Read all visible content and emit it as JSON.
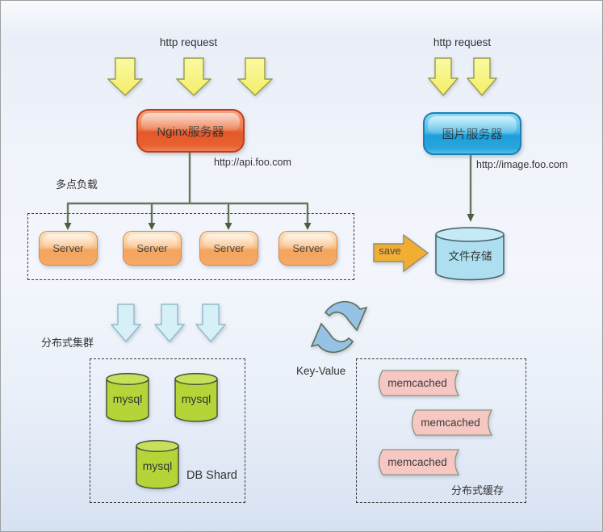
{
  "api_cluster": {
    "request_label": "http request",
    "gateway_label": "Nginx服务器",
    "url": "http://api.foo.com",
    "load_label": "多点负载",
    "servers": [
      "Server",
      "Server",
      "Server",
      "Server"
    ]
  },
  "image_cluster": {
    "request_label": "http request",
    "gateway_label": "图片服务器",
    "url": "http://image.foo.com",
    "save_label": "save",
    "storage_label": "文件存储"
  },
  "database_cluster": {
    "cluster_label": "分布式集群",
    "nodes": [
      "mysql",
      "mysql",
      "mysql"
    ],
    "shard_label": "DB Shard"
  },
  "cache_cluster": {
    "exchange_label": "Key-Value",
    "nodes": [
      "memcached",
      "memcached",
      "memcached"
    ],
    "cluster_label": "分布式缓存"
  },
  "colors": {
    "nginx_box": "#e8622f",
    "image_box": "#30abdf",
    "server_box": "#f6ab68",
    "yellow_arrow": "#f5f173",
    "blue_arrow": "#d7f0f8",
    "save_arrow": "#f2ad33",
    "mysql_cylinder": "#b5d438",
    "storage_cylinder": "#aedff0",
    "memcached_node": "#f7c8c3",
    "connector_line": "#66785a",
    "sync_icon": "#96c2e5"
  }
}
